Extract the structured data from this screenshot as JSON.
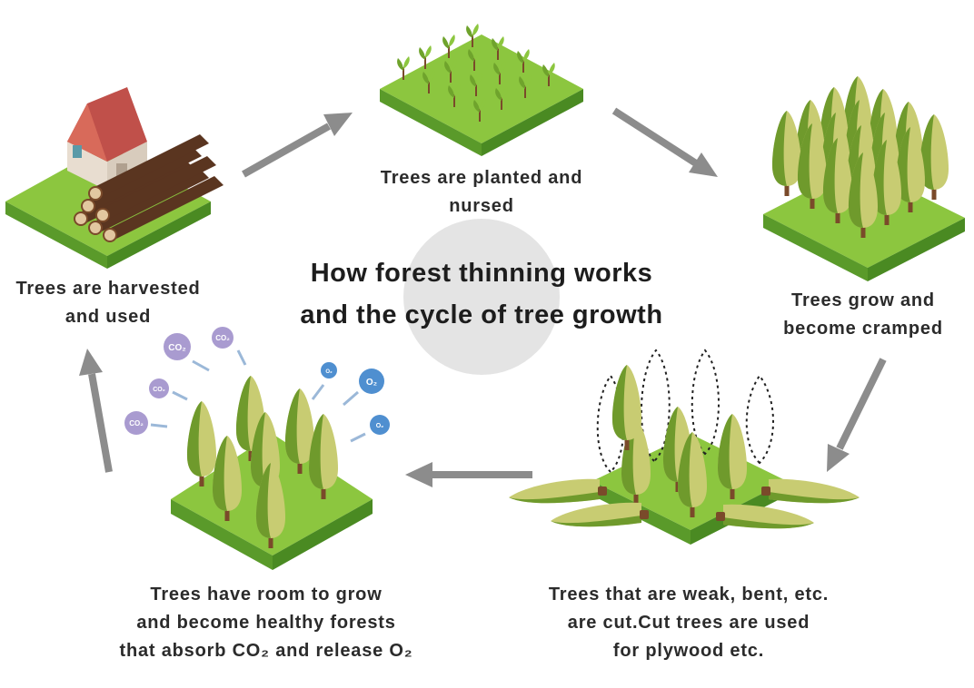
{
  "title": {
    "line1": "How forest thinning works",
    "line2": "and the cycle of tree growth"
  },
  "steps": [
    {
      "id": "planted",
      "lines": [
        "Trees are planted and",
        "nursed"
      ]
    },
    {
      "id": "cramped",
      "lines": [
        "Trees grow and",
        "become cramped"
      ]
    },
    {
      "id": "thinned",
      "lines": [
        "Trees that are weak, bent, etc.",
        "are cut.Cut trees are used",
        "for plywood etc."
      ]
    },
    {
      "id": "healthy",
      "lines": [
        "Trees have room to grow",
        "and become healthy forests",
        "that absorb CO₂ and release O₂"
      ]
    },
    {
      "id": "harvested",
      "lines": [
        "Trees are harvested",
        "and used"
      ]
    }
  ],
  "gas_labels": {
    "co2": "CO₂",
    "o2": "O₂"
  },
  "colors": {
    "grass_top": "#8cc63f",
    "grass_side_left": "#5a9a2a",
    "grass_side_right": "#4a8a22",
    "tree_light": "#c8cc72",
    "tree_dark": "#6f9a2c",
    "trunk": "#7a4a2a",
    "arrow": "#8c8c8c",
    "co2_bubble": "#a99bd0",
    "o2_bubble": "#4f8fd0",
    "center_circle": "#e4e4e4"
  }
}
